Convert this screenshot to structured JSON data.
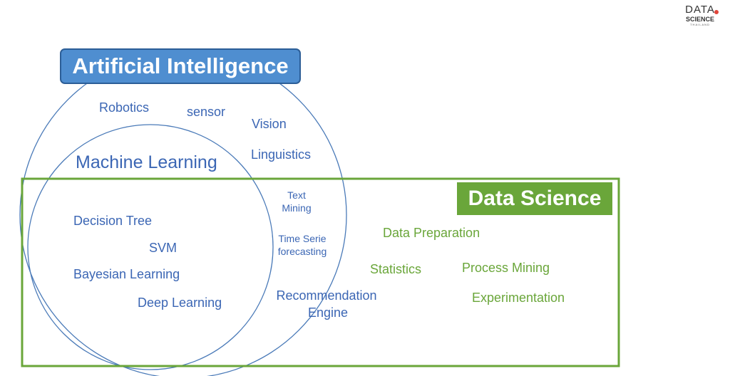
{
  "logo": {
    "line1": "DATA",
    "line2": "SCIENCE",
    "line3": "THAILAND",
    "accent_color": "#e0453a"
  },
  "artificial_intelligence": {
    "title": "Artificial Intelligence",
    "items": [
      "Robotics",
      "sensor",
      "Vision",
      "Linguistics"
    ]
  },
  "machine_learning": {
    "title": "Machine Learning",
    "items": [
      "Decision Tree",
      "SVM",
      "Bayesian Learning",
      "Deep Learning"
    ]
  },
  "overlap_items": {
    "text_mining": [
      "Text",
      "Mining"
    ],
    "time_series": [
      "Time Serie",
      "forecasting"
    ],
    "recommendation": [
      "Recommendation",
      "Engine"
    ]
  },
  "data_science": {
    "title": "Data Science",
    "items": [
      "Data Preparation",
      "Statistics",
      "Process Mining",
      "Experimentation"
    ]
  },
  "colors": {
    "ai_blue": "#4f8ed0",
    "ai_text_blue": "#3b66b4",
    "circle_stroke": "#4a7ab8",
    "ds_green": "#6aa63a"
  }
}
